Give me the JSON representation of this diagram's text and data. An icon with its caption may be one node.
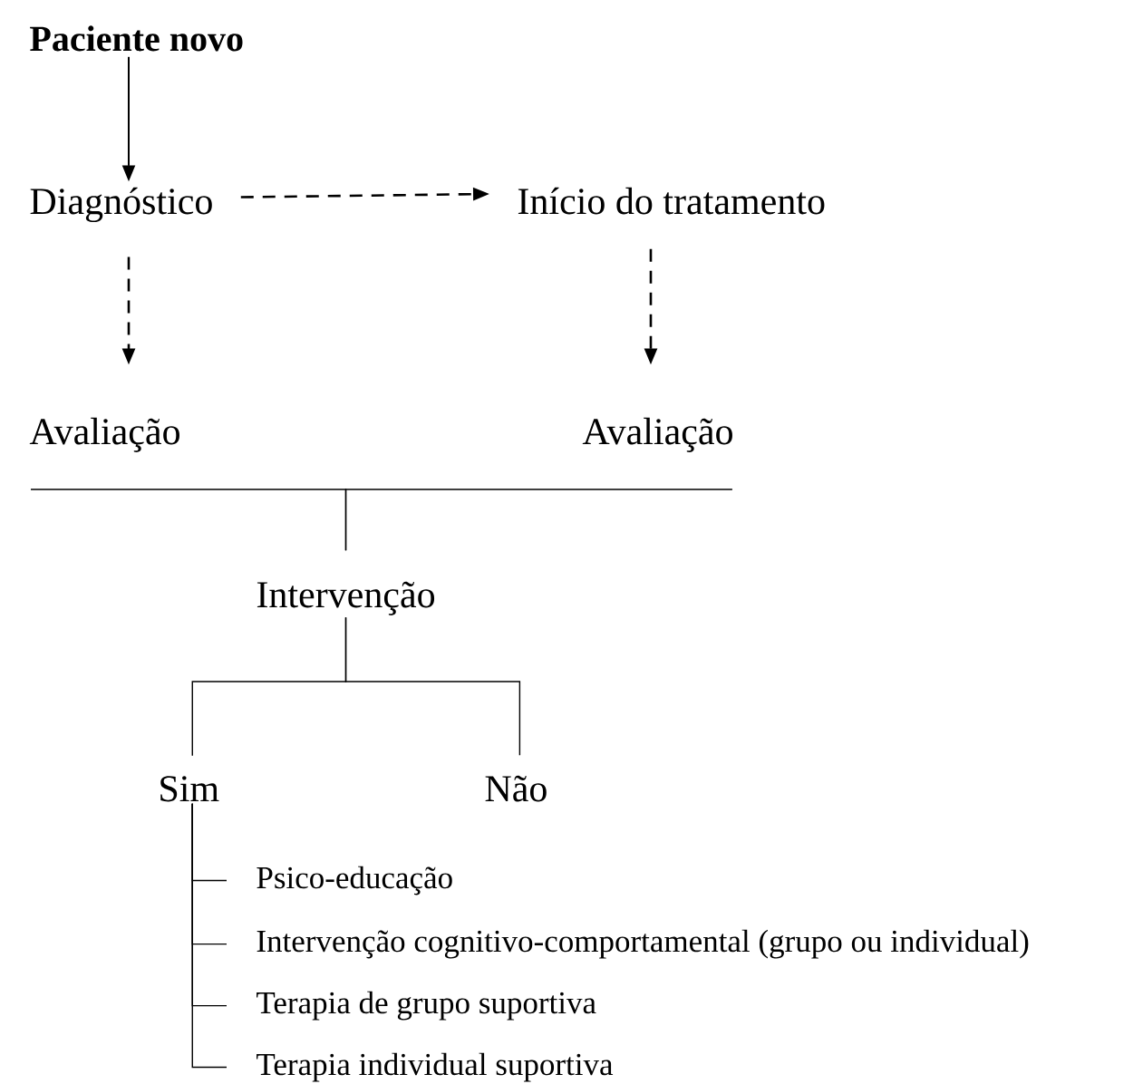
{
  "diagram": {
    "nodes": [
      {
        "text": [
          "Paciente novo"
        ]
      },
      {
        "text": [
          "Diagnóstico"
        ]
      },
      {
        "text": [
          "Início do tratamento"
        ]
      },
      {
        "text": [
          "Avaliação"
        ]
      },
      {
        "text": [
          "Avaliação"
        ]
      },
      {
        "text": [
          "Intervenção"
        ]
      },
      {
        "text": [
          "Sim"
        ]
      },
      {
        "text": [
          "Não"
        ]
      },
      {
        "text": [
          "Psico-educação"
        ]
      },
      {
        "text": [
          "Intervenção cognitivo-comportamental (grupo ou individual)"
        ]
      },
      {
        "text": [
          "Terapia de grupo suportiva"
        ]
      },
      {
        "text": [
          "Terapia individual suportiva"
        ]
      }
    ],
    "edges": [
      {
        "from": 0,
        "to": 1,
        "arrow": "to"
      },
      {
        "from": 1,
        "to": 2,
        "arrow": "to",
        "style": "dashed"
      },
      {
        "from": 1,
        "to": 3,
        "arrow": "to",
        "style": "dashed"
      },
      {
        "from": 2,
        "to": 4,
        "arrow": "to",
        "style": "dashed"
      },
      {
        "from": 3,
        "to": 5,
        "arrow": "none"
      },
      {
        "from": 4,
        "to": 5,
        "arrow": "none"
      },
      {
        "from": 5,
        "to": 6,
        "arrow": "none"
      },
      {
        "from": 5,
        "to": 7,
        "arrow": "none"
      },
      {
        "from": 6,
        "to": 8,
        "arrow": "none"
      },
      {
        "from": 6,
        "to": 9,
        "arrow": "none"
      },
      {
        "from": 6,
        "to": 10,
        "arrow": "none"
      },
      {
        "from": 6,
        "to": 11,
        "arrow": "none"
      }
    ]
  }
}
